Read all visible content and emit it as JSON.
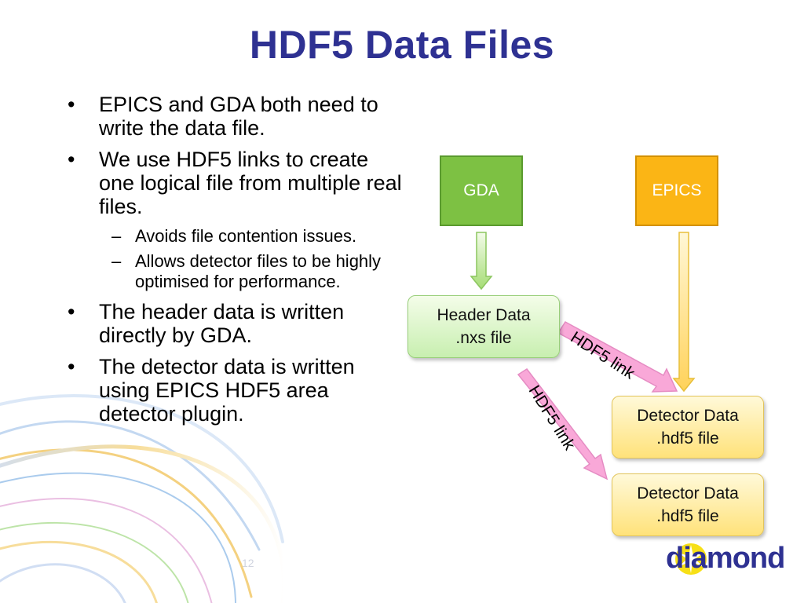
{
  "slide": {
    "title": "HDF5 Data Files",
    "page_number": "12"
  },
  "bullets": [
    {
      "text": "EPICS and GDA both need to write the data file."
    },
    {
      "text": "We use HDF5 links to create one logical file from multiple real files.",
      "sub": [
        "Avoids file contention issues.",
        "Allows detector files to be highly optimised for performance."
      ]
    },
    {
      "text": "The header data is written directly by GDA."
    },
    {
      "text": "The detector data is written using EPICS HDF5 area detector plugin."
    }
  ],
  "diagram": {
    "gda_label": "GDA",
    "epics_label": "EPICS",
    "header_box": {
      "line1": "Header Data",
      "line2": ".nxs file"
    },
    "detector_box_1": {
      "line1": "Detector Data",
      "line2": ".hdf5 file"
    },
    "detector_box_2": {
      "line1": "Detector Data",
      "line2": ".hdf5 file"
    },
    "link_label_1": "HDF5 link",
    "link_label_2": "HDF5 link",
    "colors": {
      "gda": "#7dc143",
      "epics": "#fbb515",
      "link_arrow": "#f9a8d8",
      "title": "#2e3192"
    }
  },
  "logo": {
    "text": "diamond",
    "icon": "starburst-logo-icon"
  }
}
